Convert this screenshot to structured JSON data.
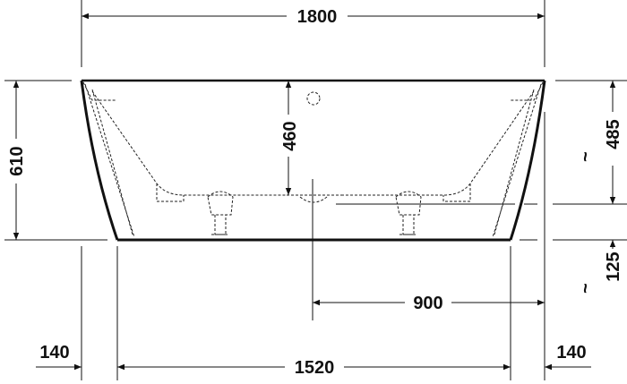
{
  "drawing": {
    "title": "Freestanding bathtub side elevation",
    "dimensions": {
      "overall_length": "1800",
      "overall_height": "610",
      "inner_depth": "460",
      "rim_to_water": "485",
      "floor_gap": "125",
      "drain_offset": "900",
      "base_length": "1520",
      "left_overhang": "140",
      "right_overhang": "140"
    },
    "approx_symbol": "~"
  }
}
